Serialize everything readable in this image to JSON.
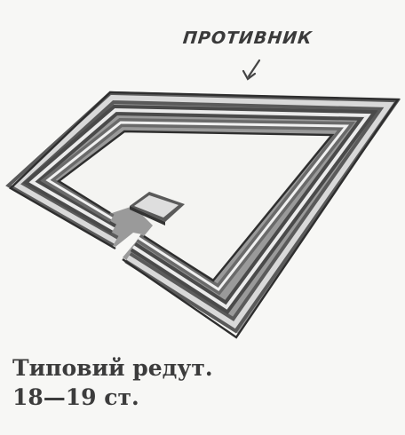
{
  "labels": {
    "enemy": "ПРОТИВНИК"
  },
  "caption": {
    "line1": "Типовий редут.",
    "line2": "18—19 ст."
  },
  "colors": {
    "ink": "#3a3a3a",
    "paper": "#f7f7f5",
    "shadow": "#8a8a8a",
    "light": "#e6e6e6"
  }
}
